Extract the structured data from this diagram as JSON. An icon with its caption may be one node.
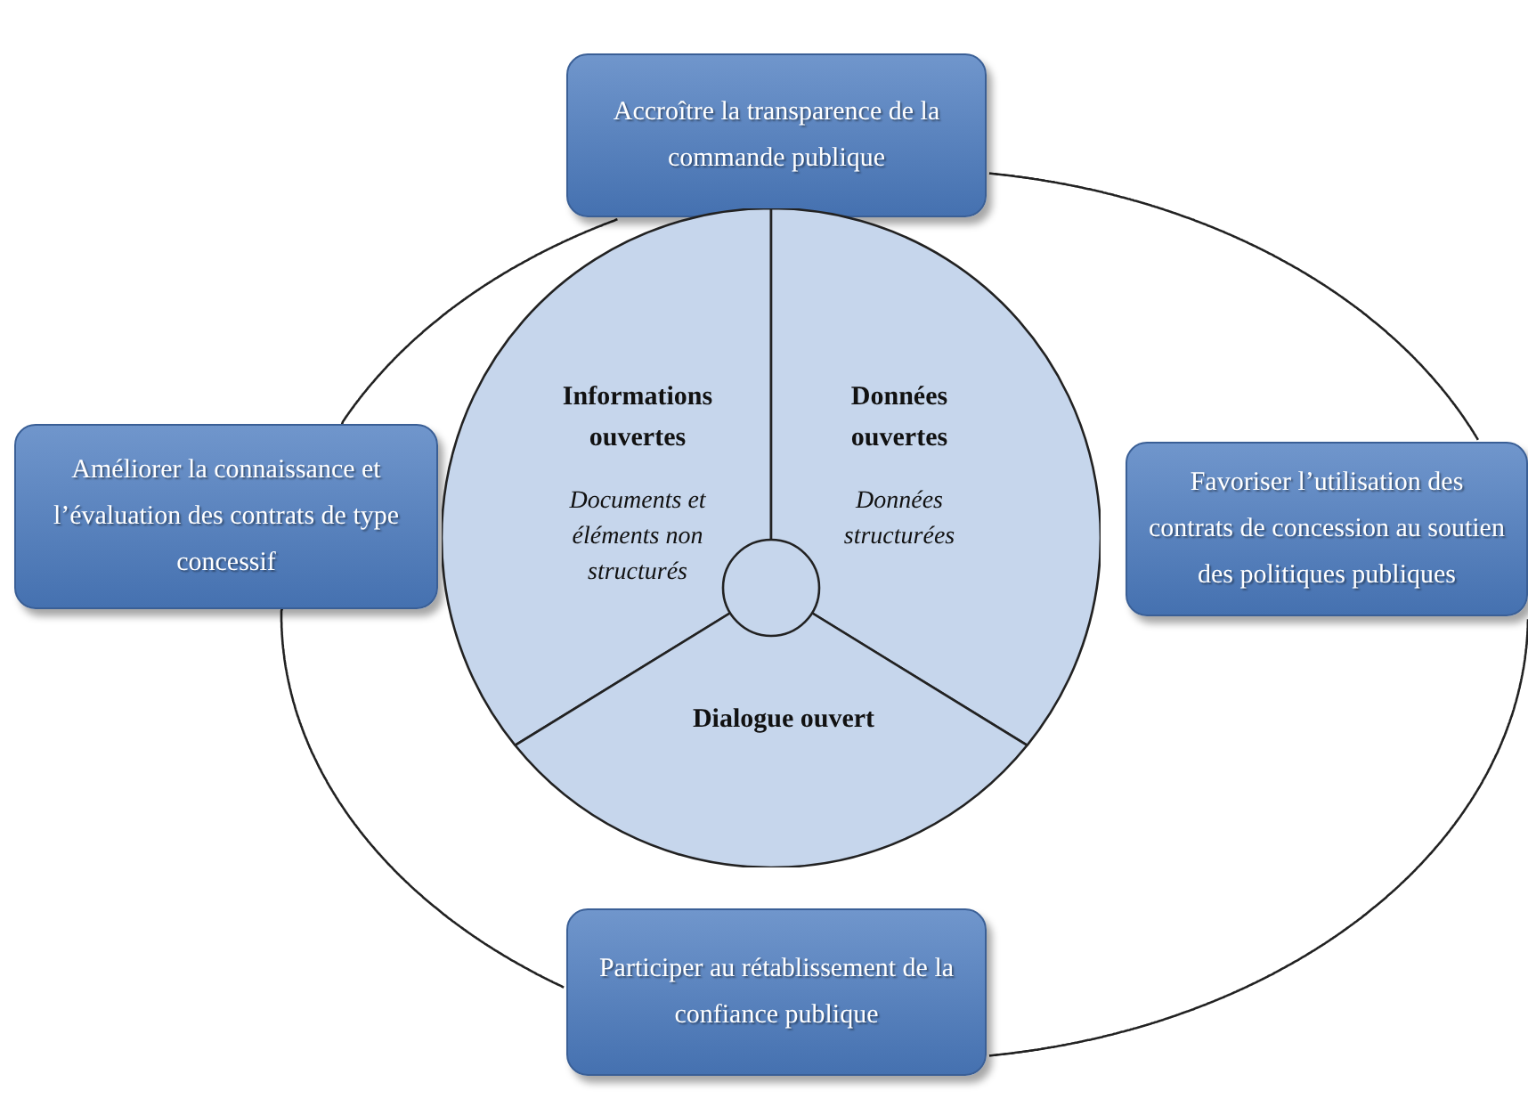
{
  "diagram": {
    "nodes": [
      {
        "text": [
          "Accroître la transparence de la commande publique"
        ]
      },
      {
        "text": [
          "Améliorer la connaissance et l’évaluation des contrats de type concessif"
        ]
      },
      {
        "text": [
          "Informations ouvertes",
          "Documents et éléments non structurés"
        ]
      },
      {
        "text": [
          "Données ouvertes",
          "Données structurées"
        ]
      },
      {
        "text": [],
        "shape": "circle"
      },
      {
        "text": [
          "Dialogue ouvert"
        ]
      },
      {
        "text": [
          "Favoriser l’utilisation des contrats de concession au soutien des politiques publiques"
        ]
      },
      {
        "text": [
          "Participer au rétablissement de la confiance publique"
        ]
      }
    ],
    "edges": [
      {
        "from": 0,
        "to": 6,
        "arrow": "none"
      },
      {
        "from": 6,
        "to": 7,
        "arrow": "none"
      },
      {
        "from": 7,
        "to": 1,
        "arrow": "none"
      },
      {
        "from": 1,
        "to": 0,
        "arrow": "none"
      }
    ]
  }
}
